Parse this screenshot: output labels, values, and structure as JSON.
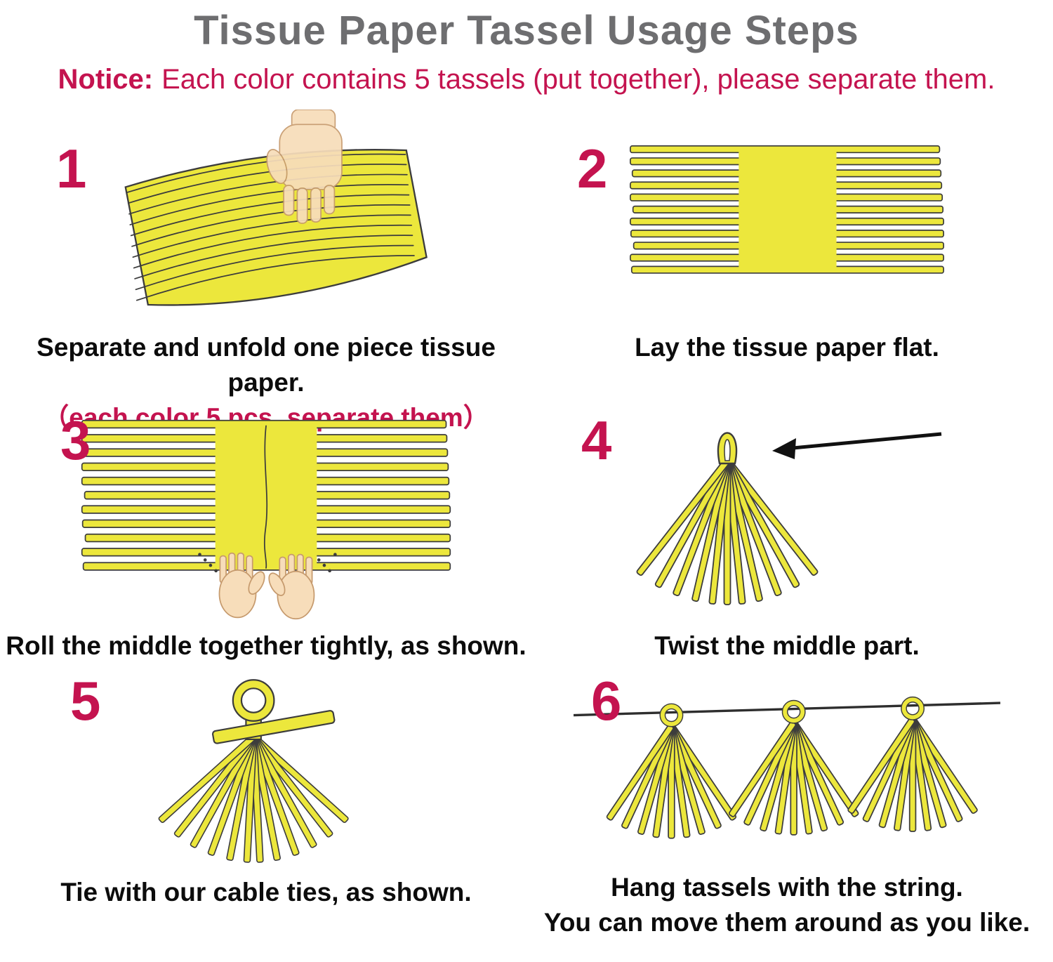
{
  "colors": {
    "accent": "#c4134f",
    "title": "#6e6e70",
    "yellow": "#ece73c",
    "outline": "#3c3c3c",
    "skin": "#f7ddba",
    "skinline": "#c69a6d",
    "ink": "#111111"
  },
  "header": {
    "title": "Tissue Paper Tassel Usage Steps",
    "notice_label": "Notice:",
    "notice_text": "Each color contains 5 tassels (put together), please separate them."
  },
  "steps": [
    {
      "number": "1",
      "caption": "Separate and unfold one piece tissue paper.",
      "subcaption": "（each color 5 pcs, separate them）"
    },
    {
      "number": "2",
      "caption": "Lay the tissue paper flat."
    },
    {
      "number": "3",
      "caption": "Roll the middle together tightly, as shown."
    },
    {
      "number": "4",
      "caption": "Twist the middle part."
    },
    {
      "number": "5",
      "caption": "Tie with our cable ties, as shown."
    },
    {
      "number": "6",
      "caption": "Hang tassels with the string.",
      "caption2": "You can move them around as you like."
    }
  ]
}
